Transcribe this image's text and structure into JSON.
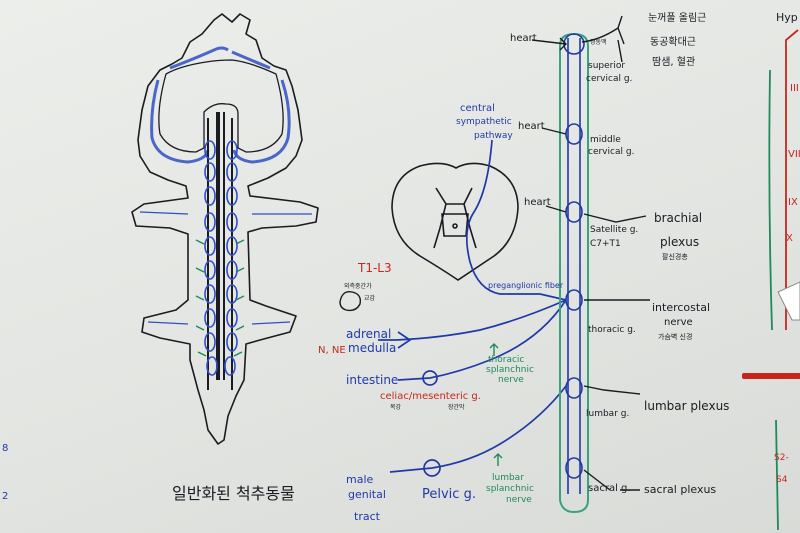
{
  "whiteboard": {
    "left_drawing": {
      "caption": "일반화된 척추동물"
    },
    "cord_section": {
      "segment_label": "T1-L3",
      "note_line1": "외측중간가",
      "note_line2": "교감"
    },
    "preganglionic": {
      "central_pathway": [
        "central",
        "sympathetic",
        "pathway"
      ],
      "fiber": "preganglionic fiber"
    },
    "targets": {
      "adrenal": [
        "adrenal",
        "medulla"
      ],
      "adrenal_note": "N, NE",
      "intestine": "intestine",
      "male_genital": [
        "male",
        "genital",
        "tract"
      ]
    },
    "splanchnic": {
      "thoracic": [
        "thoracic",
        "splanchnic",
        "nerve"
      ],
      "lumbar": [
        "lumbar",
        "splanchnic",
        "nerve"
      ]
    },
    "ganglia": {
      "celiac": "celiac/mesenteric g.",
      "celiac_note_a": "복강",
      "celiac_note_b": "장간막",
      "pelvic": "Pelvic g.",
      "superior": [
        "superior",
        "cervical g."
      ],
      "superior_small": "경동맥",
      "middle": [
        "middle",
        "cervical g."
      ],
      "stellate": [
        "Satellite g.",
        "C7+T1"
      ],
      "thoracic": "thoracic g.",
      "lumbar": "lumbar g.",
      "sacral": "sacral g."
    },
    "heart_labels": [
      "heart",
      "heart",
      "heart"
    ],
    "head_effects": [
      "눈꺼풀 올림근",
      "동공확대근",
      "땀샘, 혈관"
    ],
    "plexus": {
      "brachial": [
        "brachial",
        "plexus"
      ],
      "brachial_note": "팔신경총",
      "intercostal": [
        "intercostal",
        "nerve"
      ],
      "intercostal_note": "가슴벽 신경",
      "lumbar": "lumbar plexus",
      "sacral": "sacral plexus"
    },
    "right_panel": {
      "title": "Hyp",
      "roman": [
        "III",
        "VII",
        "IX",
        "X"
      ],
      "bottom_a": "S2-",
      "bottom_b": "S4"
    },
    "left_margin": [
      "8",
      "2"
    ]
  },
  "colors": {
    "ink_black": "#1b1b22",
    "ink_blue": "#1f3aa8",
    "ink_red": "#c8261c",
    "ink_green": "#1f8a5a"
  }
}
